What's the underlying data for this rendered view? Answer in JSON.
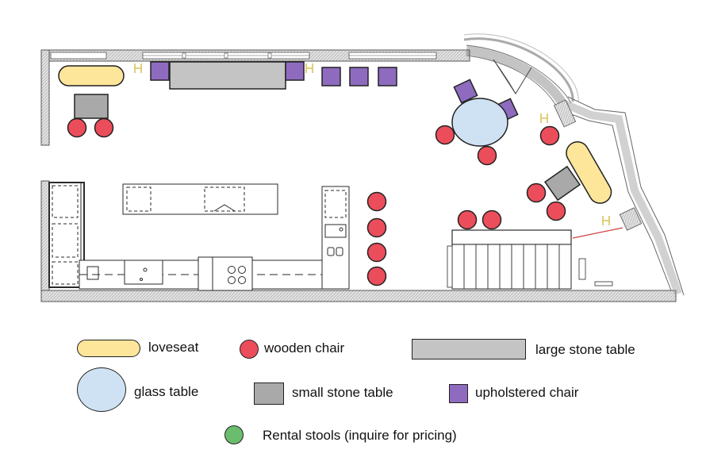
{
  "legend": {
    "loveseat": {
      "label": "loveseat",
      "color": "#fde59a"
    },
    "wooden_chair": {
      "label": "wooden chair",
      "color": "#ec4d5b"
    },
    "large_stone_table": {
      "label": "large stone table",
      "color": "#c4c4c4"
    },
    "glass_table": {
      "label": "glass table",
      "color": "#cfe2f3"
    },
    "small_stone_table": {
      "label": "small stone table",
      "color": "#a9a9a9"
    },
    "upholstered_chair": {
      "label": "upholstered chair",
      "color": "#8e6bbf"
    },
    "rental_stools": {
      "label": "Rental stools (inquire for pricing)",
      "color": "#69bd6d"
    }
  },
  "colors": {
    "wall": "#d8d8d8",
    "line": "#2a2a2a",
    "stool_marker": "#d9c35a",
    "door": "#d04040"
  }
}
